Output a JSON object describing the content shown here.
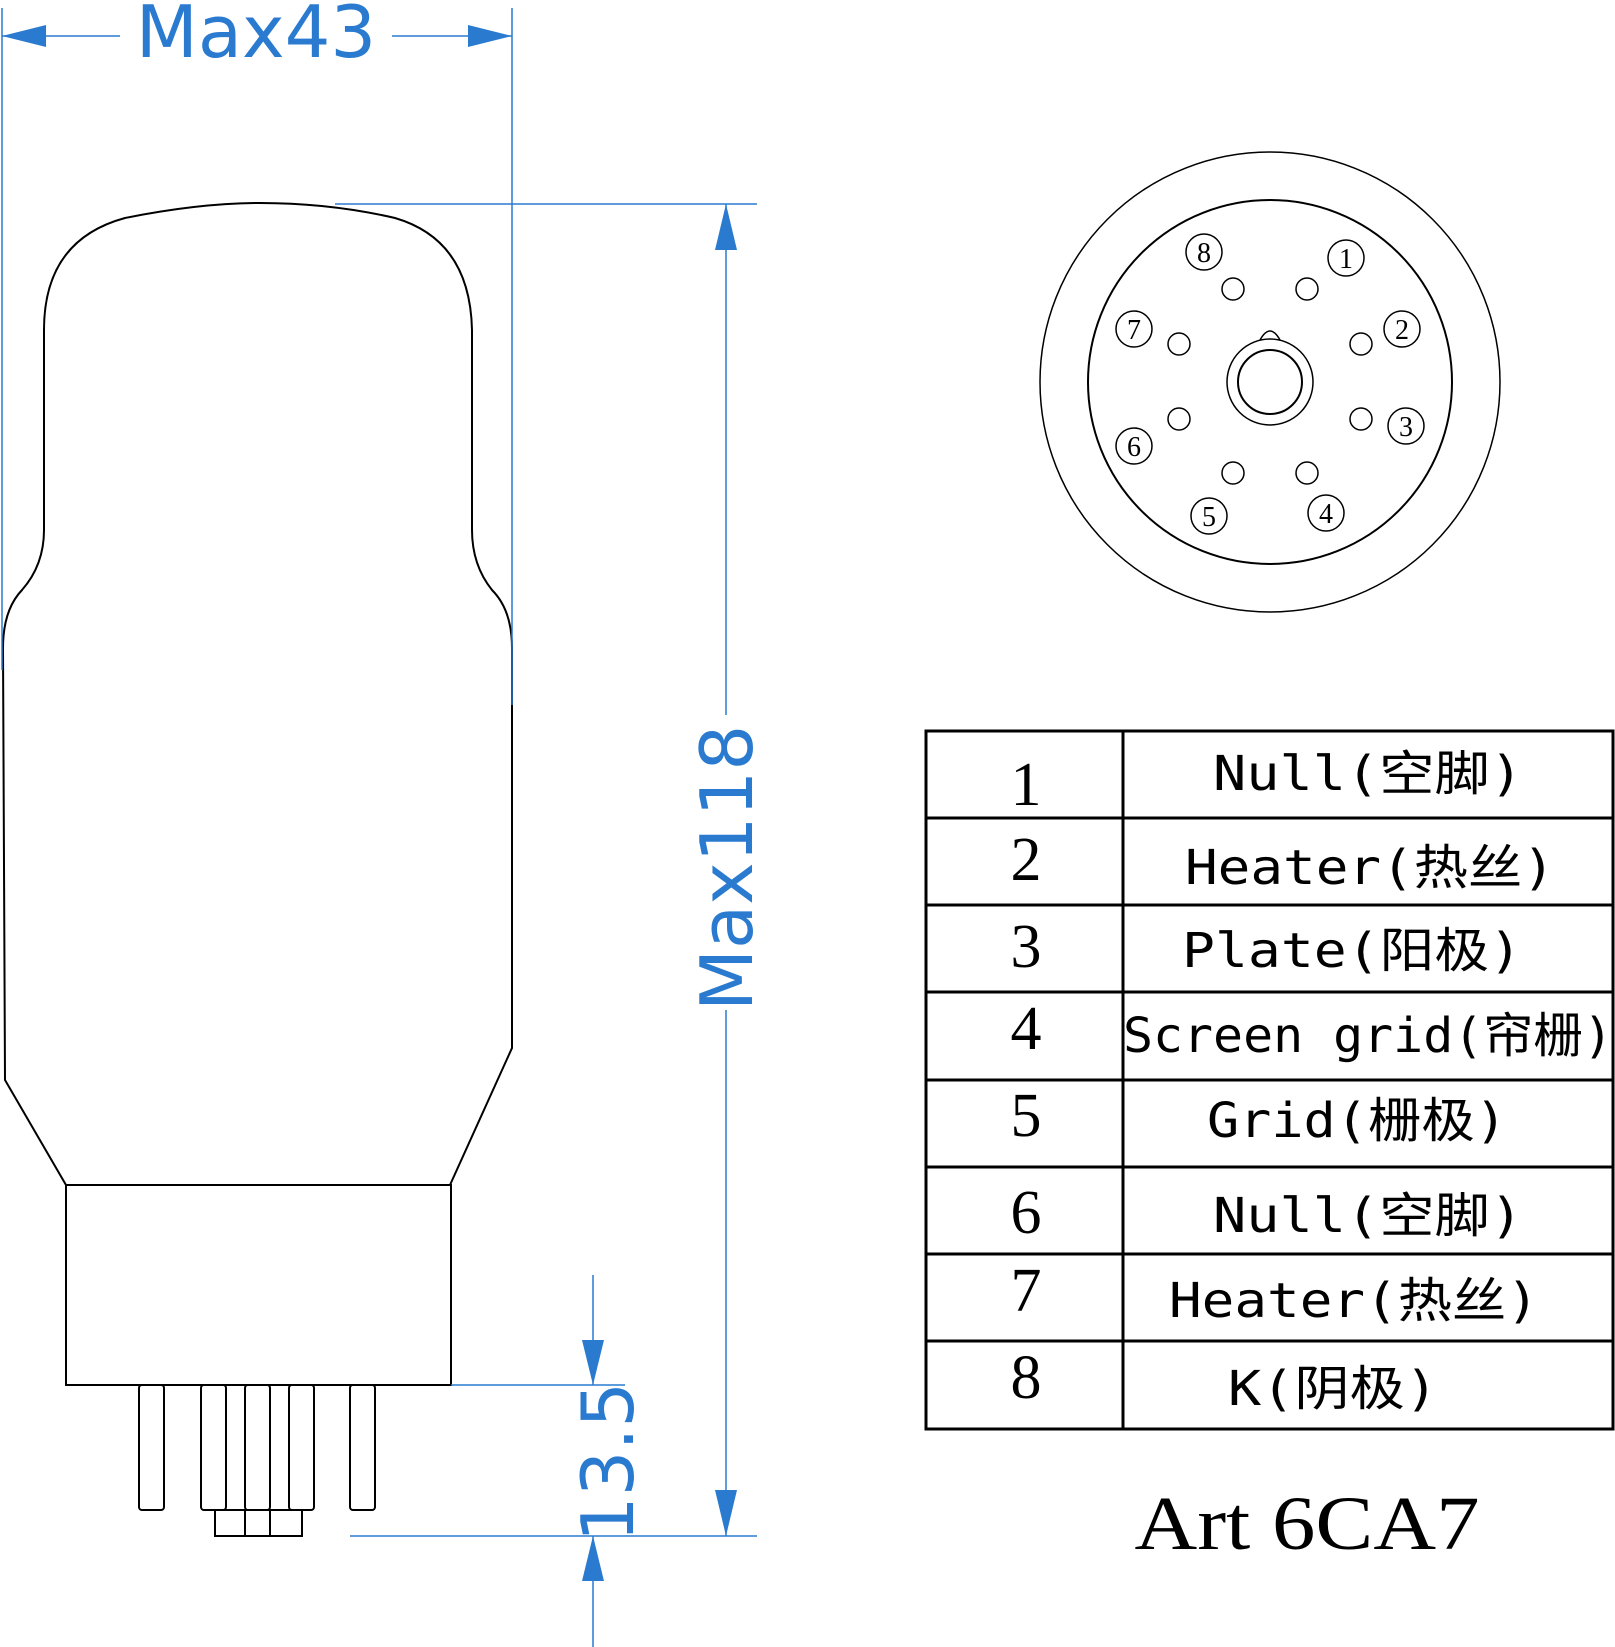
{
  "dimensions": {
    "diameter_label": "Max43",
    "height_label": "Max118",
    "pin_length_label": "13.5"
  },
  "colors": {
    "dimension": "#2a7bd0",
    "outline": "#000000"
  },
  "socket": {
    "pin_labels": [
      "1",
      "2",
      "3",
      "4",
      "5",
      "6",
      "7",
      "8"
    ]
  },
  "pin_table": [
    {
      "num": "1",
      "desc": "Null(空脚)"
    },
    {
      "num": "2",
      "desc": "Heater(热丝)"
    },
    {
      "num": "3",
      "desc": "Plate(阳极)"
    },
    {
      "num": "4",
      "desc": "Screen grid(帘栅)"
    },
    {
      "num": "5",
      "desc": "Grid(栅极)"
    },
    {
      "num": "6",
      "desc": "Null(空脚)"
    },
    {
      "num": "7",
      "desc": "Heater(热丝)"
    },
    {
      "num": "8",
      "desc": "K(阴极)"
    }
  ],
  "model_name": "Art 6CA7"
}
